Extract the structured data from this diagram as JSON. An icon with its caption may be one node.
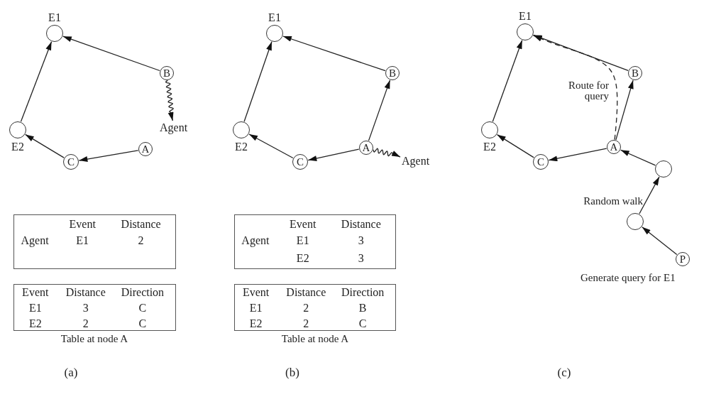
{
  "diagram": {
    "nodes": [
      {
        "text": [
          "E1"
        ]
      },
      {
        "text": [
          "B"
        ]
      },
      {
        "text": [
          "Agent"
        ]
      },
      {
        "text": [
          "E2"
        ]
      },
      {
        "text": [
          "C"
        ]
      },
      {
        "text": [
          "A"
        ]
      },
      {
        "text": [
          "Event",
          "Distance",
          "Agent",
          "E1",
          "2"
        ]
      },
      {
        "text": [
          "Event",
          "Distance",
          "Direction",
          "E1",
          "3",
          "C",
          "E2",
          "2",
          "C"
        ],
        "beside": [
          "Table at node A"
        ]
      },
      {
        "text": [
          "E1"
        ]
      },
      {
        "text": [
          "B"
        ]
      },
      {
        "text": [
          "E2"
        ]
      },
      {
        "text": [
          "C"
        ]
      },
      {
        "text": [
          "A"
        ]
      },
      {
        "text": [
          "Agent"
        ]
      },
      {
        "text": [
          "Event",
          "Distance",
          "Agent",
          "E1",
          "3",
          "E2",
          "3"
        ]
      },
      {
        "text": [
          "Event",
          "Distance",
          "Direction",
          "E1",
          "2",
          "B",
          "E2",
          "2",
          "C"
        ],
        "beside": [
          "Table at node A"
        ]
      },
      {
        "text": [
          "E1"
        ]
      },
      {
        "text": [
          "B"
        ]
      },
      {
        "text": [
          "E2"
        ]
      },
      {
        "text": [
          "C"
        ]
      },
      {
        "text": [
          "A"
        ]
      },
      {
        "text": [],
        "shape": "circle"
      },
      {
        "text": [],
        "shape": "circle"
      },
      {
        "text": [
          "P"
        ],
        "beside": [
          "Generate query for E1"
        ]
      }
    ],
    "edges": [
      {
        "from": 1,
        "to": 0,
        "arrow": "to"
      },
      {
        "from": 1,
        "to": 2,
        "arrow": "to"
      },
      {
        "from": 3,
        "to": 0,
        "arrow": "to"
      },
      {
        "from": 4,
        "to": 3,
        "arrow": "to"
      },
      {
        "from": 5,
        "to": 4,
        "arrow": "to"
      },
      {
        "from": 9,
        "to": 8,
        "arrow": "to"
      },
      {
        "from": 12,
        "to": 9,
        "arrow": "to"
      },
      {
        "from": 10,
        "to": 8,
        "arrow": "to"
      },
      {
        "from": 11,
        "to": 10,
        "arrow": "to"
      },
      {
        "from": 12,
        "to": 11,
        "arrow": "to"
      },
      {
        "from": 12,
        "to": 13,
        "arrow": "to"
      },
      {
        "from": 17,
        "to": 16,
        "arrow": "to"
      },
      {
        "from": 20,
        "to": 17,
        "arrow": "to"
      },
      {
        "from": 20,
        "to": 16,
        "arrow": "to",
        "label": "Route for query",
        "style": "dashed"
      },
      {
        "from": 18,
        "to": 16,
        "arrow": "to"
      },
      {
        "from": 19,
        "to": 18,
        "arrow": "to"
      },
      {
        "from": 20,
        "to": 19,
        "arrow": "to"
      },
      {
        "from": 21,
        "to": 20,
        "arrow": "to"
      },
      {
        "from": 22,
        "to": 21,
        "arrow": "to",
        "label": "Random walk"
      },
      {
        "from": 23,
        "to": 22,
        "arrow": "to"
      }
    ],
    "labels": [
      "(a)",
      "(b)",
      "(c)"
    ]
  }
}
